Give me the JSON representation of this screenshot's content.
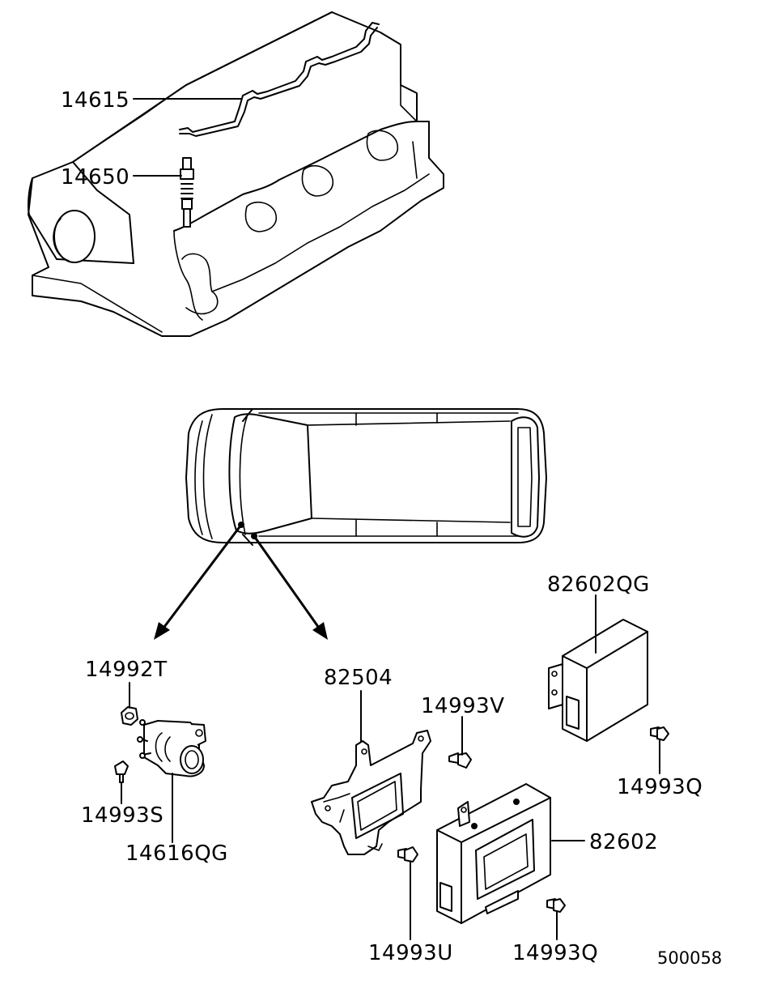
{
  "labels": {
    "p14615": "14615",
    "p14650": "14650",
    "p14992T": "14992T",
    "p14993S": "14993S",
    "p14616QG": "14616QG",
    "p82504": "82504",
    "p14993V": "14993V",
    "p82602QG": "82602QG",
    "p14993Q_upper": "14993Q",
    "p82602": "82602",
    "p14993U": "14993U",
    "p14993Q_lower": "14993Q"
  },
  "diagram_ref": "500058"
}
